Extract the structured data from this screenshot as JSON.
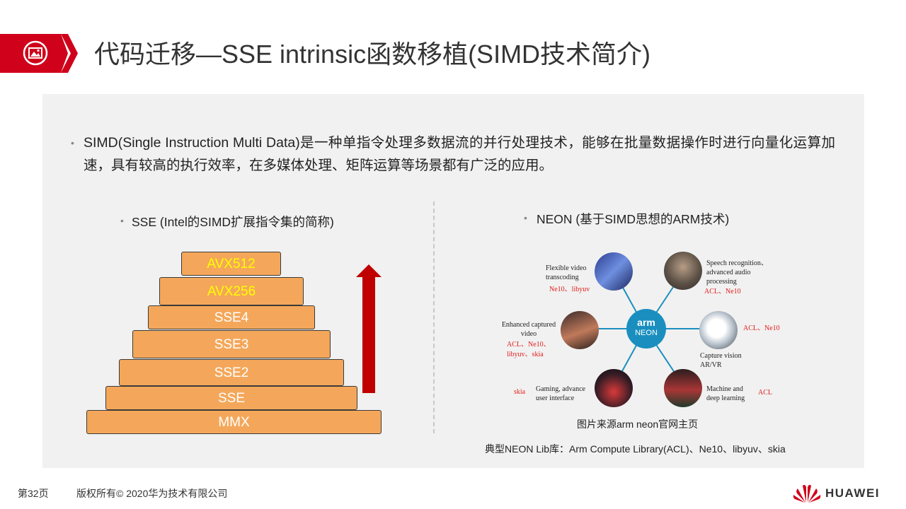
{
  "header": {
    "title": "代码迁移—SSE intrinsic函数移植(SIMD技术简介)",
    "accent_color": "#d0021b",
    "icon": "image-icon"
  },
  "intro": {
    "bullet": "•",
    "text": "SIMD(Single Instruction Multi Data)是一种单指令处理多数据流的并行处理技术，能够在批量数据操作时进行向量化运算加速，具有较高的执行效率，在多媒体处理、矩阵运算等场景都有广泛的应用。"
  },
  "sse": {
    "heading": "SSE (Intel的SIMD扩展指令集的简称)",
    "layers": [
      "AVX512",
      "AVX256",
      "SSE4",
      "SSE3",
      "SSE2",
      "SSE",
      "MMX"
    ],
    "layer_color": "#f4a75a",
    "highlight_text_color": "#ffff00",
    "arrow_color": "#c00000",
    "arrow_icon": "up-arrow-icon"
  },
  "neon": {
    "heading": "NEON  (基于SIMD思想的ARM技术)",
    "hub": {
      "line1": "arm",
      "line2": "NEON",
      "color": "#1a8fbf"
    },
    "nodes": [
      {
        "label": "Flexible video transcoding",
        "libs": "Ne10、libyuv"
      },
      {
        "label": "Speech recognition、advanced audio processing",
        "libs": "ACL、Ne10"
      },
      {
        "label": "Enhanced captured video",
        "libs": "ACL、Ne10、libyuv、skia"
      },
      {
        "label": "Capture vision AR/VR",
        "libs": "ACL、Ne10"
      },
      {
        "label": "Gaming, advance user interface",
        "libs": "skia"
      },
      {
        "label": "Machine and deep learning",
        "libs": "ACL"
      }
    ],
    "image_caption": "图片来源arm neon官网主页",
    "lib_caption": "典型NEON Lib库：Arm Compute Library(ACL)、Ne10、libyuv、skia"
  },
  "footer": {
    "page": "第32页",
    "copyright": "版权所有© 2020华为技术有限公司",
    "brand": "HUAWEI"
  }
}
